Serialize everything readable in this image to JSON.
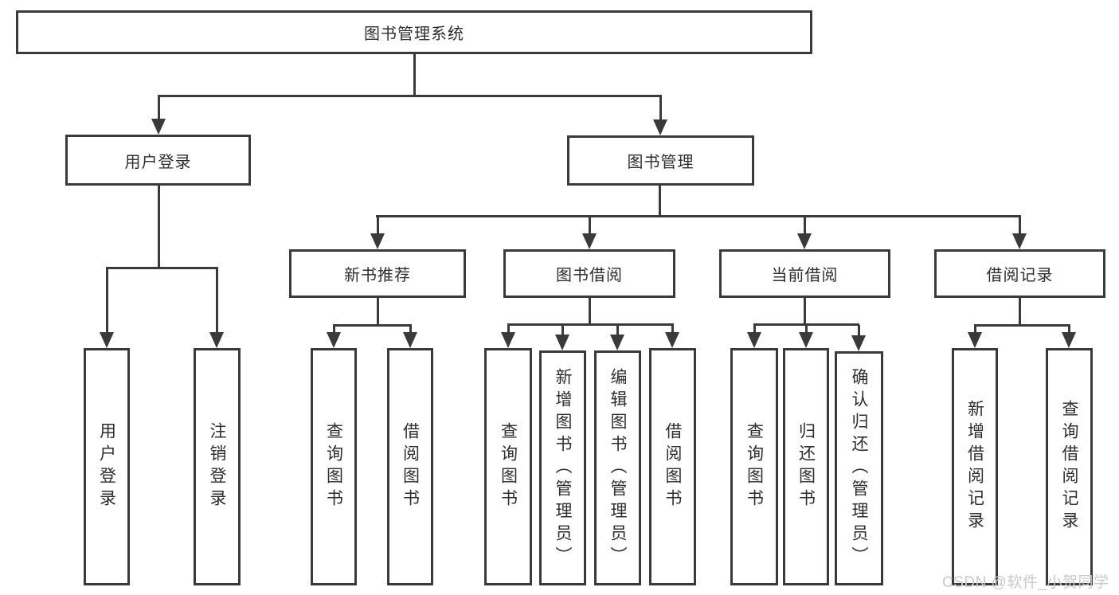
{
  "diagram": {
    "type": "hierarchy-tree",
    "title": "图书管理系统",
    "watermark": "CSDN @软件_小贺同学",
    "colors": {
      "line": "#3a3a3a",
      "box_border": "#3a3a3a",
      "box_background": "#ffffff",
      "text": "#2d2d2d",
      "watermark": "#c9c9c9",
      "background": "#ffffff"
    },
    "nodes": {
      "root": {
        "label": "图书管理系统"
      },
      "login": {
        "label": "用户登录"
      },
      "mgmt": {
        "label": "图书管理"
      },
      "cat_newbook": {
        "label": "新书推荐"
      },
      "cat_borrow": {
        "label": "图书借阅"
      },
      "cat_current": {
        "label": "当前借阅"
      },
      "cat_records": {
        "label": "借阅记录"
      },
      "leaf_user_login": {
        "label": "用户登录"
      },
      "leaf_logout": {
        "label": "注销登录"
      },
      "leaf_newbook_query": {
        "label": "查询图书"
      },
      "leaf_newbook_borrow": {
        "label": "借阅图书"
      },
      "leaf_borrow_query": {
        "label": "查询图书"
      },
      "leaf_borrow_add": {
        "label": "新增图书（管理员）"
      },
      "leaf_borrow_edit": {
        "label": "编辑图书（管理员）"
      },
      "leaf_borrow_borrow": {
        "label": "借阅图书"
      },
      "leaf_current_query": {
        "label": "查询图书"
      },
      "leaf_current_return": {
        "label": "归还图书"
      },
      "leaf_current_confirm": {
        "label": "确认归还（管理员）"
      },
      "leaf_records_add": {
        "label": "新增借阅记录"
      },
      "leaf_records_query": {
        "label": "查询借阅记录"
      }
    },
    "hierarchy": {
      "root": [
        "login",
        "mgmt"
      ],
      "login": [
        "leaf_user_login",
        "leaf_logout"
      ],
      "mgmt": [
        "cat_newbook",
        "cat_borrow",
        "cat_current",
        "cat_records"
      ],
      "cat_newbook": [
        "leaf_newbook_query",
        "leaf_newbook_borrow"
      ],
      "cat_borrow": [
        "leaf_borrow_query",
        "leaf_borrow_add",
        "leaf_borrow_edit",
        "leaf_borrow_borrow"
      ],
      "cat_current": [
        "leaf_current_query",
        "leaf_current_return",
        "leaf_current_confirm"
      ],
      "cat_records": [
        "leaf_records_add",
        "leaf_records_query"
      ]
    }
  }
}
